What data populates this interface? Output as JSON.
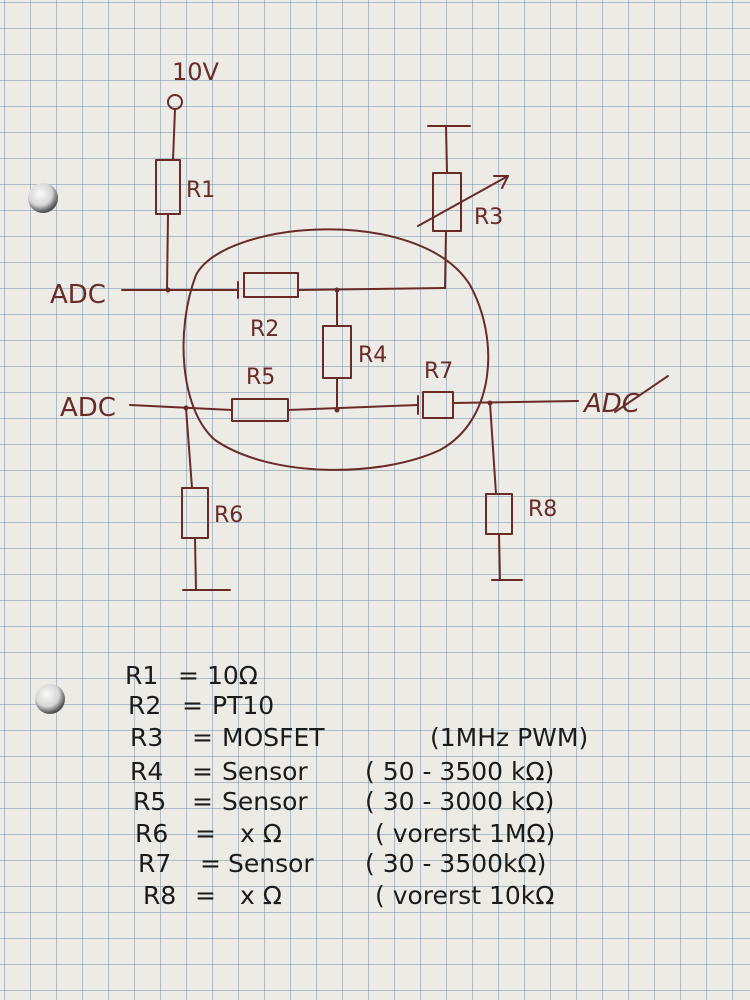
{
  "circuit": {
    "supply_label": "10V",
    "resistors": [
      "R1",
      "R2",
      "R3",
      "R4",
      "R5",
      "R7",
      "R6",
      "R8"
    ],
    "adc_labels": [
      "ADC",
      "ADC",
      "ADC"
    ]
  },
  "legend": [
    {
      "name": "R1",
      "eq": "=",
      "value": "10Ω",
      "note": ""
    },
    {
      "name": "R2",
      "eq": "=",
      "value": "PT10",
      "note": ""
    },
    {
      "name": "R3",
      "eq": "=",
      "value": "MOSFET",
      "note": "(1MHz PWM)"
    },
    {
      "name": "R4",
      "eq": "=",
      "value": "Sensor",
      "note": "( 50 - 3500 kΩ)"
    },
    {
      "name": "R5",
      "eq": "=",
      "value": "Sensor",
      "note": "( 30 - 3000 kΩ)"
    },
    {
      "name": "R6",
      "eq": "=",
      "value": "x Ω",
      "note": "( vorerst 1MΩ)"
    },
    {
      "name": "R7",
      "eq": "=",
      "value": "Sensor",
      "note": "( 30 - 3500kΩ)"
    },
    {
      "name": "R8",
      "eq": "=",
      "value": "x Ω",
      "note": "( vorerst 10kΩ"
    }
  ]
}
